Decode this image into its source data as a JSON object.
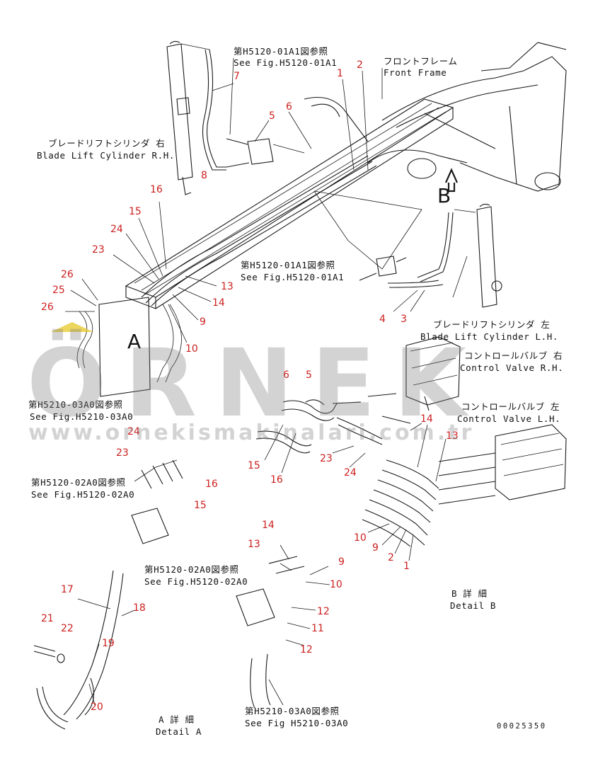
{
  "refs": {
    "h5120_01a1_top_jp": "第H5120-01A1図参照",
    "h5120_01a1_top_en": "See Fig.H5120-01A1",
    "h5120_01a1_mid_jp": "第H5120-01A1図参照",
    "h5120_01a1_mid_en": "See Fig.H5120-01A1",
    "h5210_03a0_left_jp": "第H5210-03A0図参照",
    "h5210_03a0_left_en": "See Fig.H5210-03A0",
    "h5120_02a0_left_jp": "第H5120-02A0図参照",
    "h5120_02a0_left_en": "See Fig.H5120-02A0",
    "h5120_02a0_mid_jp": "第H5120-02A0図参照",
    "h5120_02a0_mid_en": "See Fig.H5120-02A0",
    "h5210_03a0_bottom_jp": "第H5210-03A0図参照",
    "h5210_03a0_bottom_en": "See Fig H5210-03A0"
  },
  "components": {
    "front_frame_jp": "フロントフレーム",
    "front_frame_en": "Front Frame",
    "blade_rh_jp": "ブレードリフトシリンダ 右",
    "blade_rh_en": "Blade Lift Cylinder R.H.",
    "blade_lh_jp": "ブレードリフトシリンダ 左",
    "blade_lh_en": "Blade Lift Cylinder L.H.",
    "cv_rh_jp": "コントロールバルブ 右",
    "cv_rh_en": "Control Valve R.H.",
    "cv_lh_jp": "コントロールバルブ 左",
    "cv_lh_en": "Control Valve L.H."
  },
  "details": {
    "a_letter": "A",
    "b_letter": "B",
    "a_jp": "A 詳 細",
    "a_en": "Detail A",
    "b_jp": "B 詳 細",
    "b_en": "Detail B"
  },
  "doc_number": "00025350",
  "watermark": {
    "brand": "ÖRNEK",
    "url": "www.ornekismakinalari.com.tr"
  },
  "part_numbers": [
    "7",
    "1",
    "2",
    "5",
    "6",
    "8",
    "16",
    "15",
    "24",
    "23",
    "13",
    "14",
    "9",
    "10",
    "26",
    "25",
    "26",
    "4",
    "3",
    "6",
    "5",
    "14",
    "13",
    "15",
    "16",
    "23",
    "24",
    "10",
    "9",
    "2",
    "1",
    "24",
    "23",
    "16",
    "15",
    "17",
    "18",
    "21",
    "22",
    "19",
    "20",
    "14",
    "13",
    "9",
    "10",
    "12",
    "11",
    "12"
  ],
  "colors": {
    "part_number": "#cc1f1f",
    "line": "#1a1a1a",
    "watermark": "#8a8a8a",
    "accent": "#e6c828"
  }
}
